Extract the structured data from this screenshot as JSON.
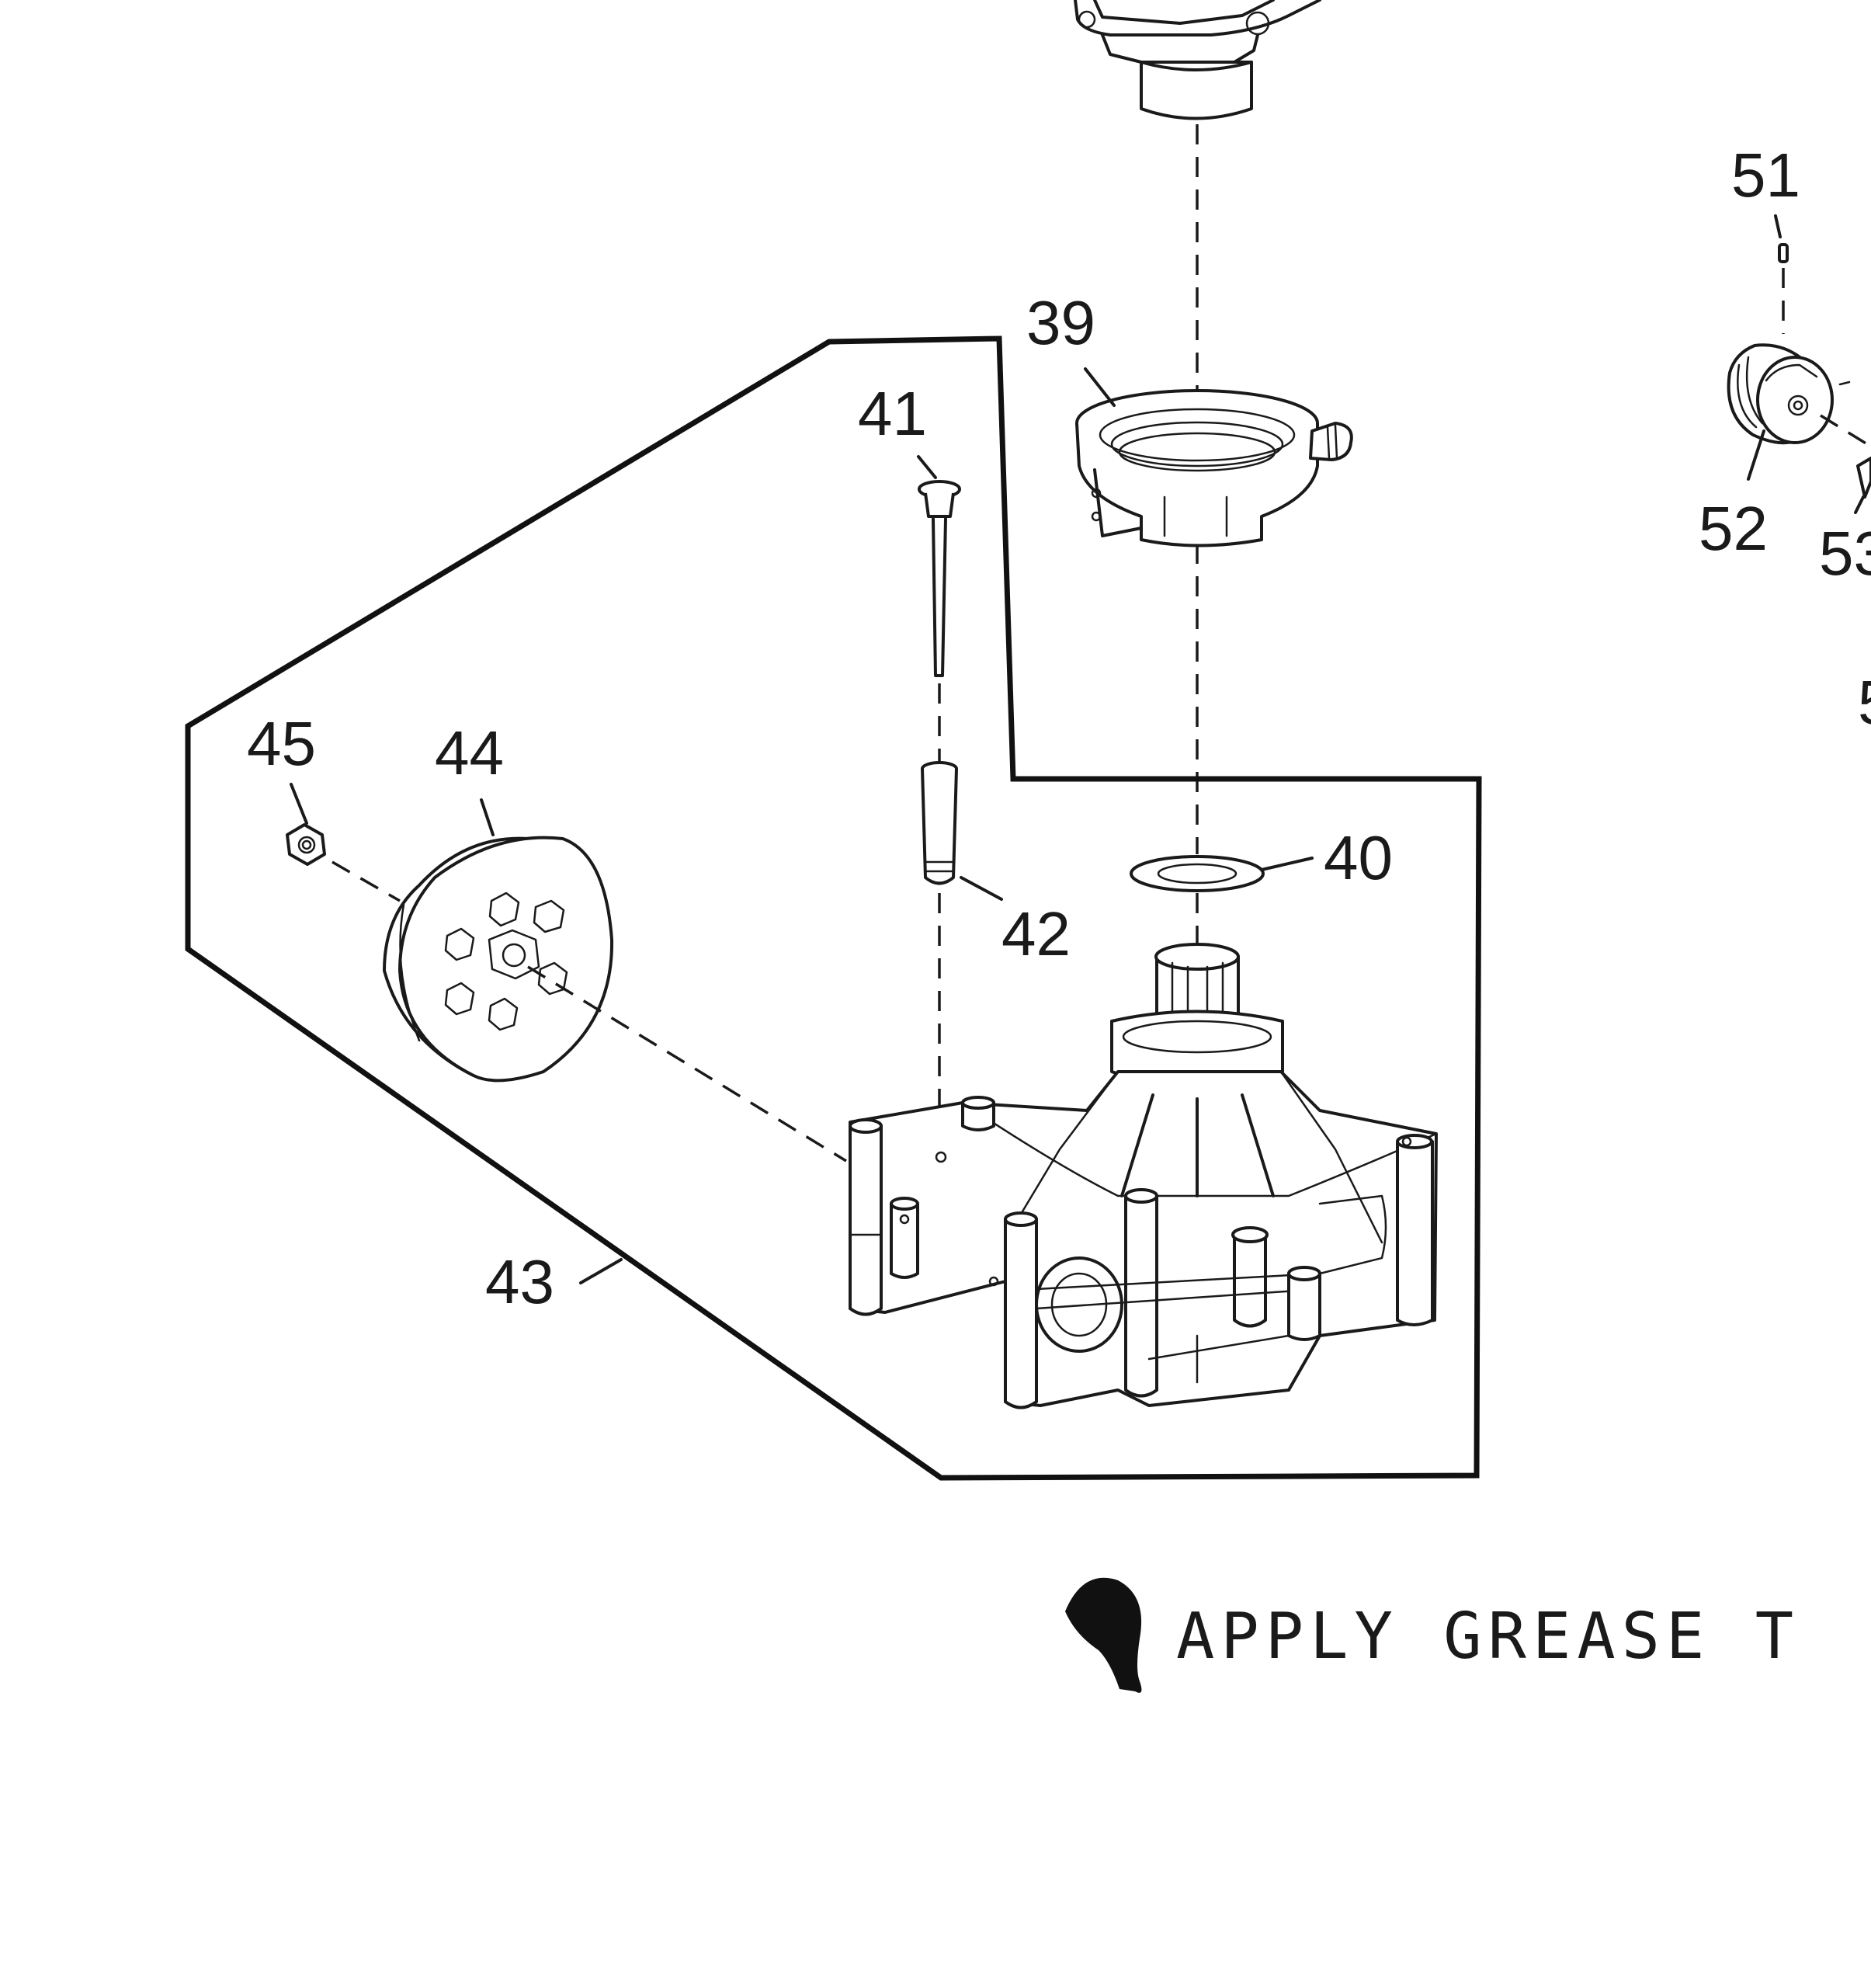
{
  "callouts": {
    "p39": "39",
    "p40": "40",
    "p41": "41",
    "p42": "42",
    "p43": "43",
    "p44": "44",
    "p45": "45",
    "p51": "51",
    "p52": "52",
    "p53_partial": "53",
    "p5x_partial": "5"
  },
  "note": {
    "icon": "grease-drop-icon",
    "text": "APPLY GREASE T"
  }
}
